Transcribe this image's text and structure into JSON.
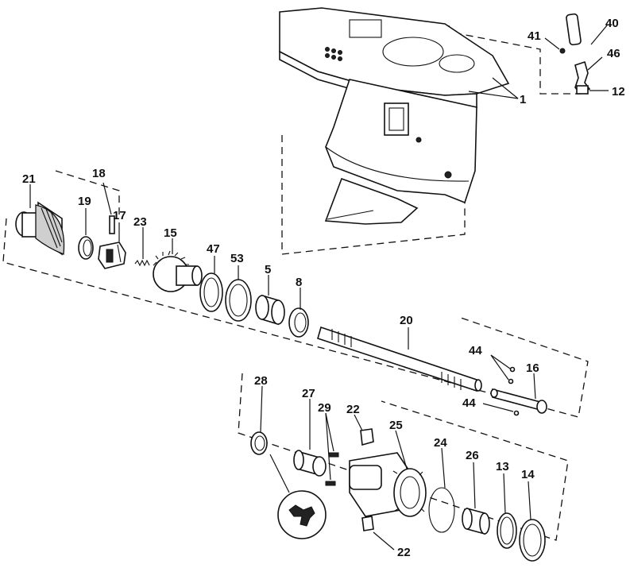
{
  "labels": {
    "p1": "1",
    "p5": "5",
    "p8": "8",
    "p12": "12",
    "p13": "13",
    "p14": "14",
    "p15": "15",
    "p16": "16",
    "p17": "17",
    "p18": "18",
    "p19": "19",
    "p20": "20",
    "p21": "21",
    "p22a": "22",
    "p22b": "22",
    "p23": "23",
    "p24": "24",
    "p25": "25",
    "p26": "26",
    "p27": "27",
    "p28": "28",
    "p29": "29",
    "p40": "40",
    "p41": "41",
    "p44a": "44",
    "p44b": "44",
    "p46": "46",
    "p47": "47",
    "p53": "53"
  }
}
